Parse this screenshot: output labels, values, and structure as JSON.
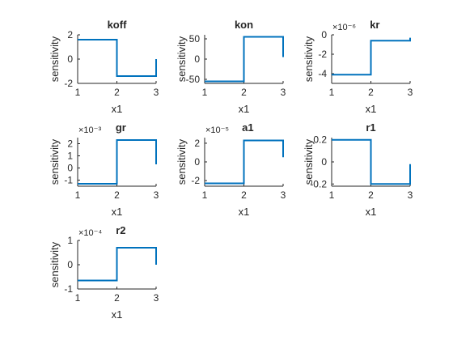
{
  "colors": {
    "line": "#0072BD",
    "axis": "#262626",
    "background": "#ffffff"
  },
  "chart_data": [
    {
      "type": "line",
      "title": "koff",
      "xlabel": "x1",
      "ylabel": "sensitivity",
      "exponent": "",
      "xlim": [
        1,
        3
      ],
      "ylim": [
        -2,
        2
      ],
      "xticks": [
        1,
        2,
        3
      ],
      "yticks": [
        -2,
        0,
        2
      ],
      "ytick_labels": [
        "-2",
        "0",
        "2"
      ],
      "x": [
        1,
        2,
        2,
        3,
        3
      ],
      "y": [
        1.6,
        1.6,
        -1.4,
        -1.4,
        0
      ]
    },
    {
      "type": "line",
      "title": "kon",
      "xlabel": "x1",
      "ylabel": "sensitivity",
      "exponent": "",
      "xlim": [
        1,
        3
      ],
      "ylim": [
        -60,
        60
      ],
      "xticks": [
        1,
        2,
        3
      ],
      "yticks": [
        -50,
        0,
        50
      ],
      "ytick_labels": [
        "-50",
        "0",
        "50"
      ],
      "x": [
        1,
        2,
        2,
        3,
        3
      ],
      "y": [
        -55,
        -55,
        55,
        55,
        5
      ]
    },
    {
      "type": "line",
      "title": "kr",
      "xlabel": "x1",
      "ylabel": "sensitivity",
      "exponent": "×10⁻⁶",
      "xlim": [
        1,
        3
      ],
      "ylim": [
        -5,
        0
      ],
      "xticks": [
        1,
        2,
        3
      ],
      "yticks": [
        -4,
        -2,
        0
      ],
      "ytick_labels": [
        "-4",
        "-2",
        "0"
      ],
      "x": [
        1,
        2,
        2,
        3,
        3
      ],
      "y": [
        -4.1,
        -4.1,
        -0.6,
        -0.6,
        -0.3
      ]
    },
    {
      "type": "line",
      "title": "gr",
      "xlabel": "x1",
      "ylabel": "sensitivity",
      "exponent": "×10⁻³",
      "xlim": [
        1,
        3
      ],
      "ylim": [
        -1.5,
        2.5
      ],
      "xticks": [
        1,
        2,
        3
      ],
      "yticks": [
        -1,
        0,
        1,
        2
      ],
      "ytick_labels": [
        "-1",
        "0",
        "1",
        "2"
      ],
      "x": [
        1,
        2,
        2,
        3,
        3
      ],
      "y": [
        -1.3,
        -1.3,
        2.3,
        2.3,
        0.3
      ]
    },
    {
      "type": "line",
      "title": "a1",
      "xlabel": "x1",
      "ylabel": "sensitivity",
      "exponent": "×10⁻⁵",
      "xlim": [
        1,
        3
      ],
      "ylim": [
        -2.6,
        2.6
      ],
      "xticks": [
        1,
        2,
        3
      ],
      "yticks": [
        -2,
        0,
        2
      ],
      "ytick_labels": [
        "-2",
        "0",
        "2"
      ],
      "x": [
        1,
        2,
        2,
        3,
        3
      ],
      "y": [
        -2.3,
        -2.3,
        2.3,
        2.3,
        0.5
      ]
    },
    {
      "type": "line",
      "title": "r1",
      "xlabel": "x1",
      "ylabel": "sensitivity",
      "exponent": "",
      "xlim": [
        1,
        3
      ],
      "ylim": [
        -0.22,
        0.22
      ],
      "xticks": [
        1,
        2,
        3
      ],
      "yticks": [
        -0.2,
        0,
        0.2
      ],
      "ytick_labels": [
        "-0.2",
        "0",
        "0.2"
      ],
      "x": [
        1,
        2,
        2,
        3,
        3
      ],
      "y": [
        0.2,
        0.2,
        -0.2,
        -0.2,
        -0.02
      ]
    },
    {
      "type": "line",
      "title": "r2",
      "xlabel": "x1",
      "ylabel": "sensitivity",
      "exponent": "×10⁻⁴",
      "xlim": [
        1,
        3
      ],
      "ylim": [
        -1,
        1
      ],
      "xticks": [
        1,
        2,
        3
      ],
      "yticks": [
        -1,
        0,
        1
      ],
      "ytick_labels": [
        "-1",
        "0",
        "1"
      ],
      "x": [
        1,
        2,
        2,
        3,
        3
      ],
      "y": [
        -0.65,
        -0.65,
        0.7,
        0.7,
        0
      ]
    }
  ]
}
